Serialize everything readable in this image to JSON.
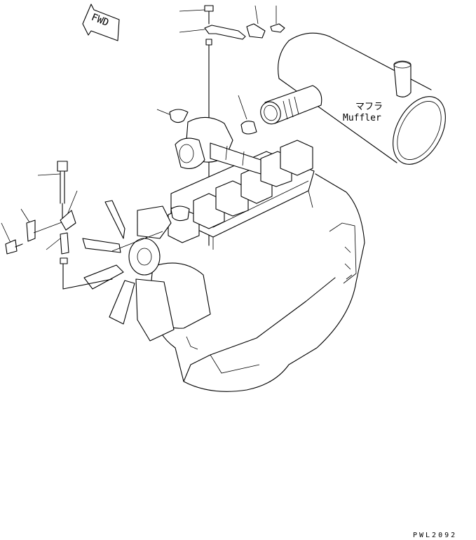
{
  "fwd_label": "FWD",
  "muffler_label_jp": "マフラ",
  "muffler_label_en": "Muffler",
  "figure_code": "PWL2092",
  "icons": [
    "forward-arrow-icon"
  ]
}
